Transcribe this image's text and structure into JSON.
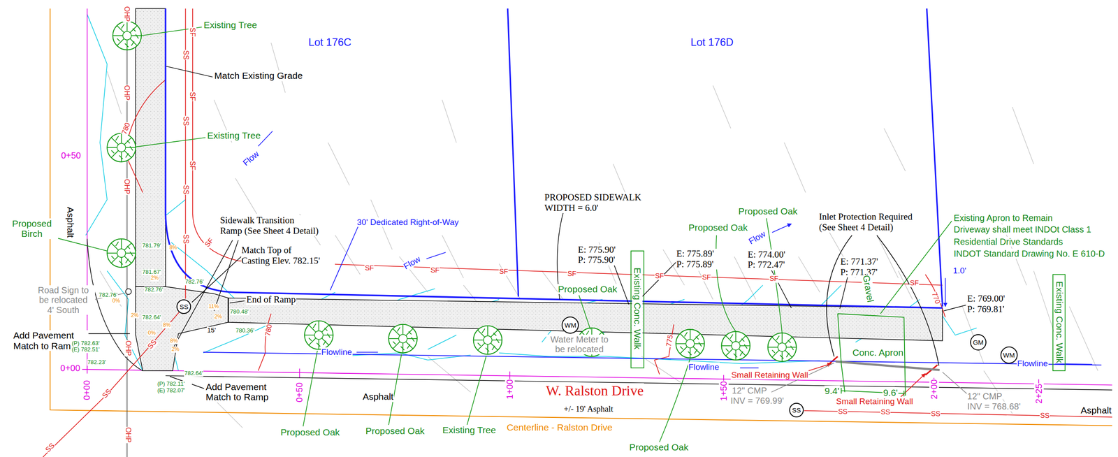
{
  "diagram": {
    "nodes": [
      {
        "text": [
          "SS"
        ]
      },
      {
        "text": [
          "WM"
        ]
      },
      {
        "text": [
          "SS"
        ]
      },
      {
        "text": [
          "GM"
        ]
      },
      {
        "text": [
          "WM"
        ]
      }
    ],
    "labels": [
      "Existing Tree",
      "Match Existing Grade",
      "Lot 176C",
      "Lot 176D",
      "Existing Tree",
      "Flow",
      "0+50",
      "Asphalt",
      "Proposed Birch",
      "Sidewalk Transition Ramp (See Sheet 4 Detail)",
      "30' Dedicated Right-of-Way",
      "Match Top of Casting Elev. 782.15'",
      "End of Ramp",
      "Road Sign to be relocated 4' South",
      "Add Pavement Match to Ramp",
      "(P) 782.63' (E) 782.51'",
      "782.23'",
      "0+00",
      "Add Pavement Match to Ramp",
      "(P) 782.11' (E) 782.07'",
      "781.79'",
      "781.67'",
      "782.76'",
      "782.76'",
      "782.76'",
      "782.64'",
      "782.64'",
      "780.48'",
      "780.36'",
      "15'",
      "8%",
      "2%",
      "0%",
      "2%",
      "0%",
      "8%",
      "11%",
      "2%",
      "8%",
      "2%",
      "780",
      "780",
      "775",
      "770",
      "Flowline",
      "Flowline",
      "Flowline",
      "Water Meter to be relocated",
      "Flow",
      "Flow",
      "PROPOSED SIDEWALK WIDTH = 6.0'",
      "E: 775.90' P: 775.90'",
      "Proposed Oak",
      "Existing Conc. Walk",
      "E: 775.89' P: 775.89'",
      "Proposed Oak",
      "Proposed Oak",
      "E: 774.00' P: 772.47'",
      "Inlet Protection Required (See Sheet 4 Detail)",
      "E: 771.37' P: 771.37'",
      "Gravel",
      "Existing Apron to Remain",
      "Driveway shall meet INDOt Class 1",
      "Residential Drive Standards",
      "INDOT Standard Drawing No. E 610-D",
      "1.0'",
      "E: 769.00' P: 769.81'",
      "Existing Conc. Walk",
      "Conc. Apron",
      "Small Retaining Wall",
      "Small Retaining Wall",
      "9.4'",
      "9.6'",
      "12\" CMP",
      "INV = 769.99'",
      "12\" CMP",
      "INV = 768.68'",
      "W. Ralston Drive",
      "+/- 19' Asphalt",
      "Asphalt",
      "Asphalt",
      "Centerline - Ralston Drive",
      "Proposed Oak",
      "Proposed Oak",
      "Existing Tree",
      "Proposed Oak",
      "0+00",
      "0+50",
      "1+00",
      "1+50",
      "2+00",
      "2+25",
      "SF",
      "SS",
      "SF",
      "SS",
      "SF",
      "SS",
      "SS",
      "SF",
      "SF",
      "SF",
      "SF",
      "SF",
      "SF",
      "SF",
      "SF",
      "SF",
      "SS",
      "SS",
      "SS",
      "SS",
      "SS",
      "SS",
      "SS",
      "OHP",
      "OHP",
      "OHP",
      "OHP",
      "OHP"
    ]
  }
}
